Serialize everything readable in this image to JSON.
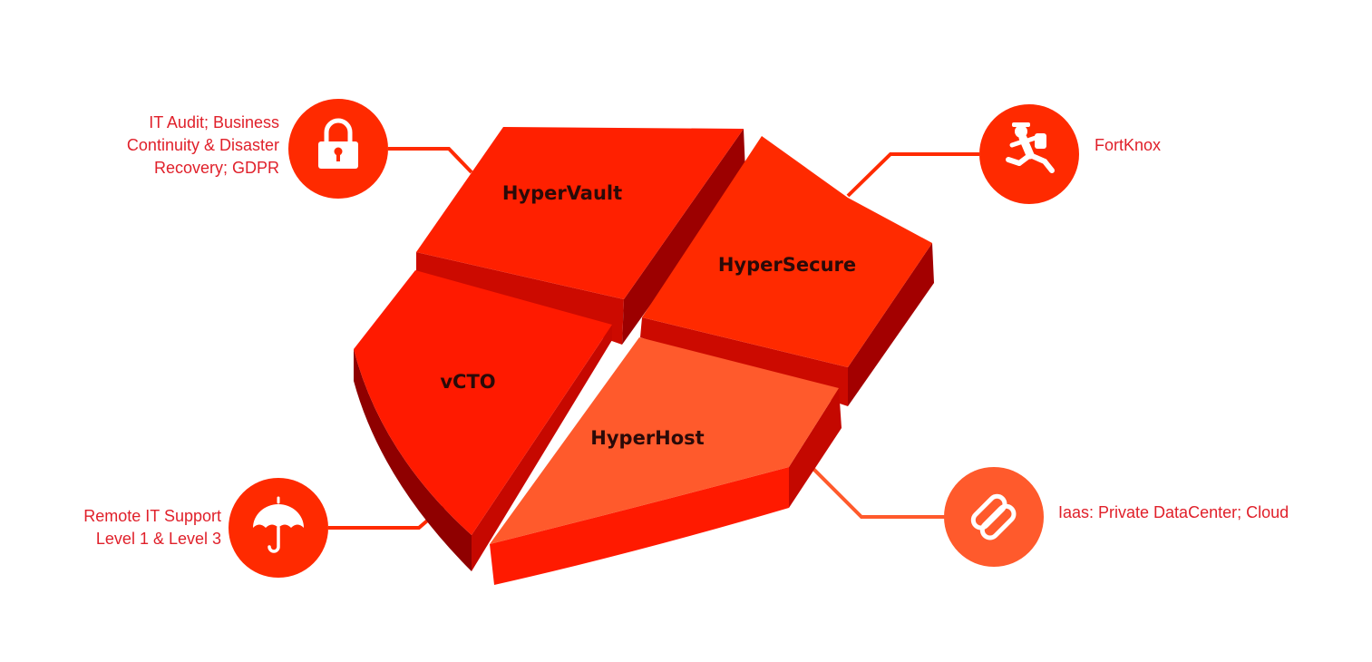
{
  "segments": {
    "hypervault": "HyperVault",
    "hypersecure": "HyperSecure",
    "vcto": "vCTO",
    "hyperhost": "HyperHost"
  },
  "callouts": {
    "lock": {
      "lines": [
        "IT Audit; Business",
        "Continuity & Disaster",
        "Recovery; GDPR"
      ],
      "icon": "lock-icon"
    },
    "runner": {
      "lines": [
        "FortKnox"
      ],
      "icon": "running-thief-icon"
    },
    "umbrella": {
      "lines": [
        "Remote IT Support",
        "Level 1 & Level 3"
      ],
      "icon": "umbrella-icon"
    },
    "link": {
      "lines": [
        "Iaas: Private DataCenter; Cloud"
      ],
      "icon": "chain-link-icon"
    }
  },
  "colors": {
    "top_red": "#ff2000",
    "side_dark": "#b80000",
    "host_orange": "#ff5a2c",
    "circle_red": "#ff2a00",
    "circle_orange": "#ff5a2c",
    "text_red": "#e0202a"
  }
}
